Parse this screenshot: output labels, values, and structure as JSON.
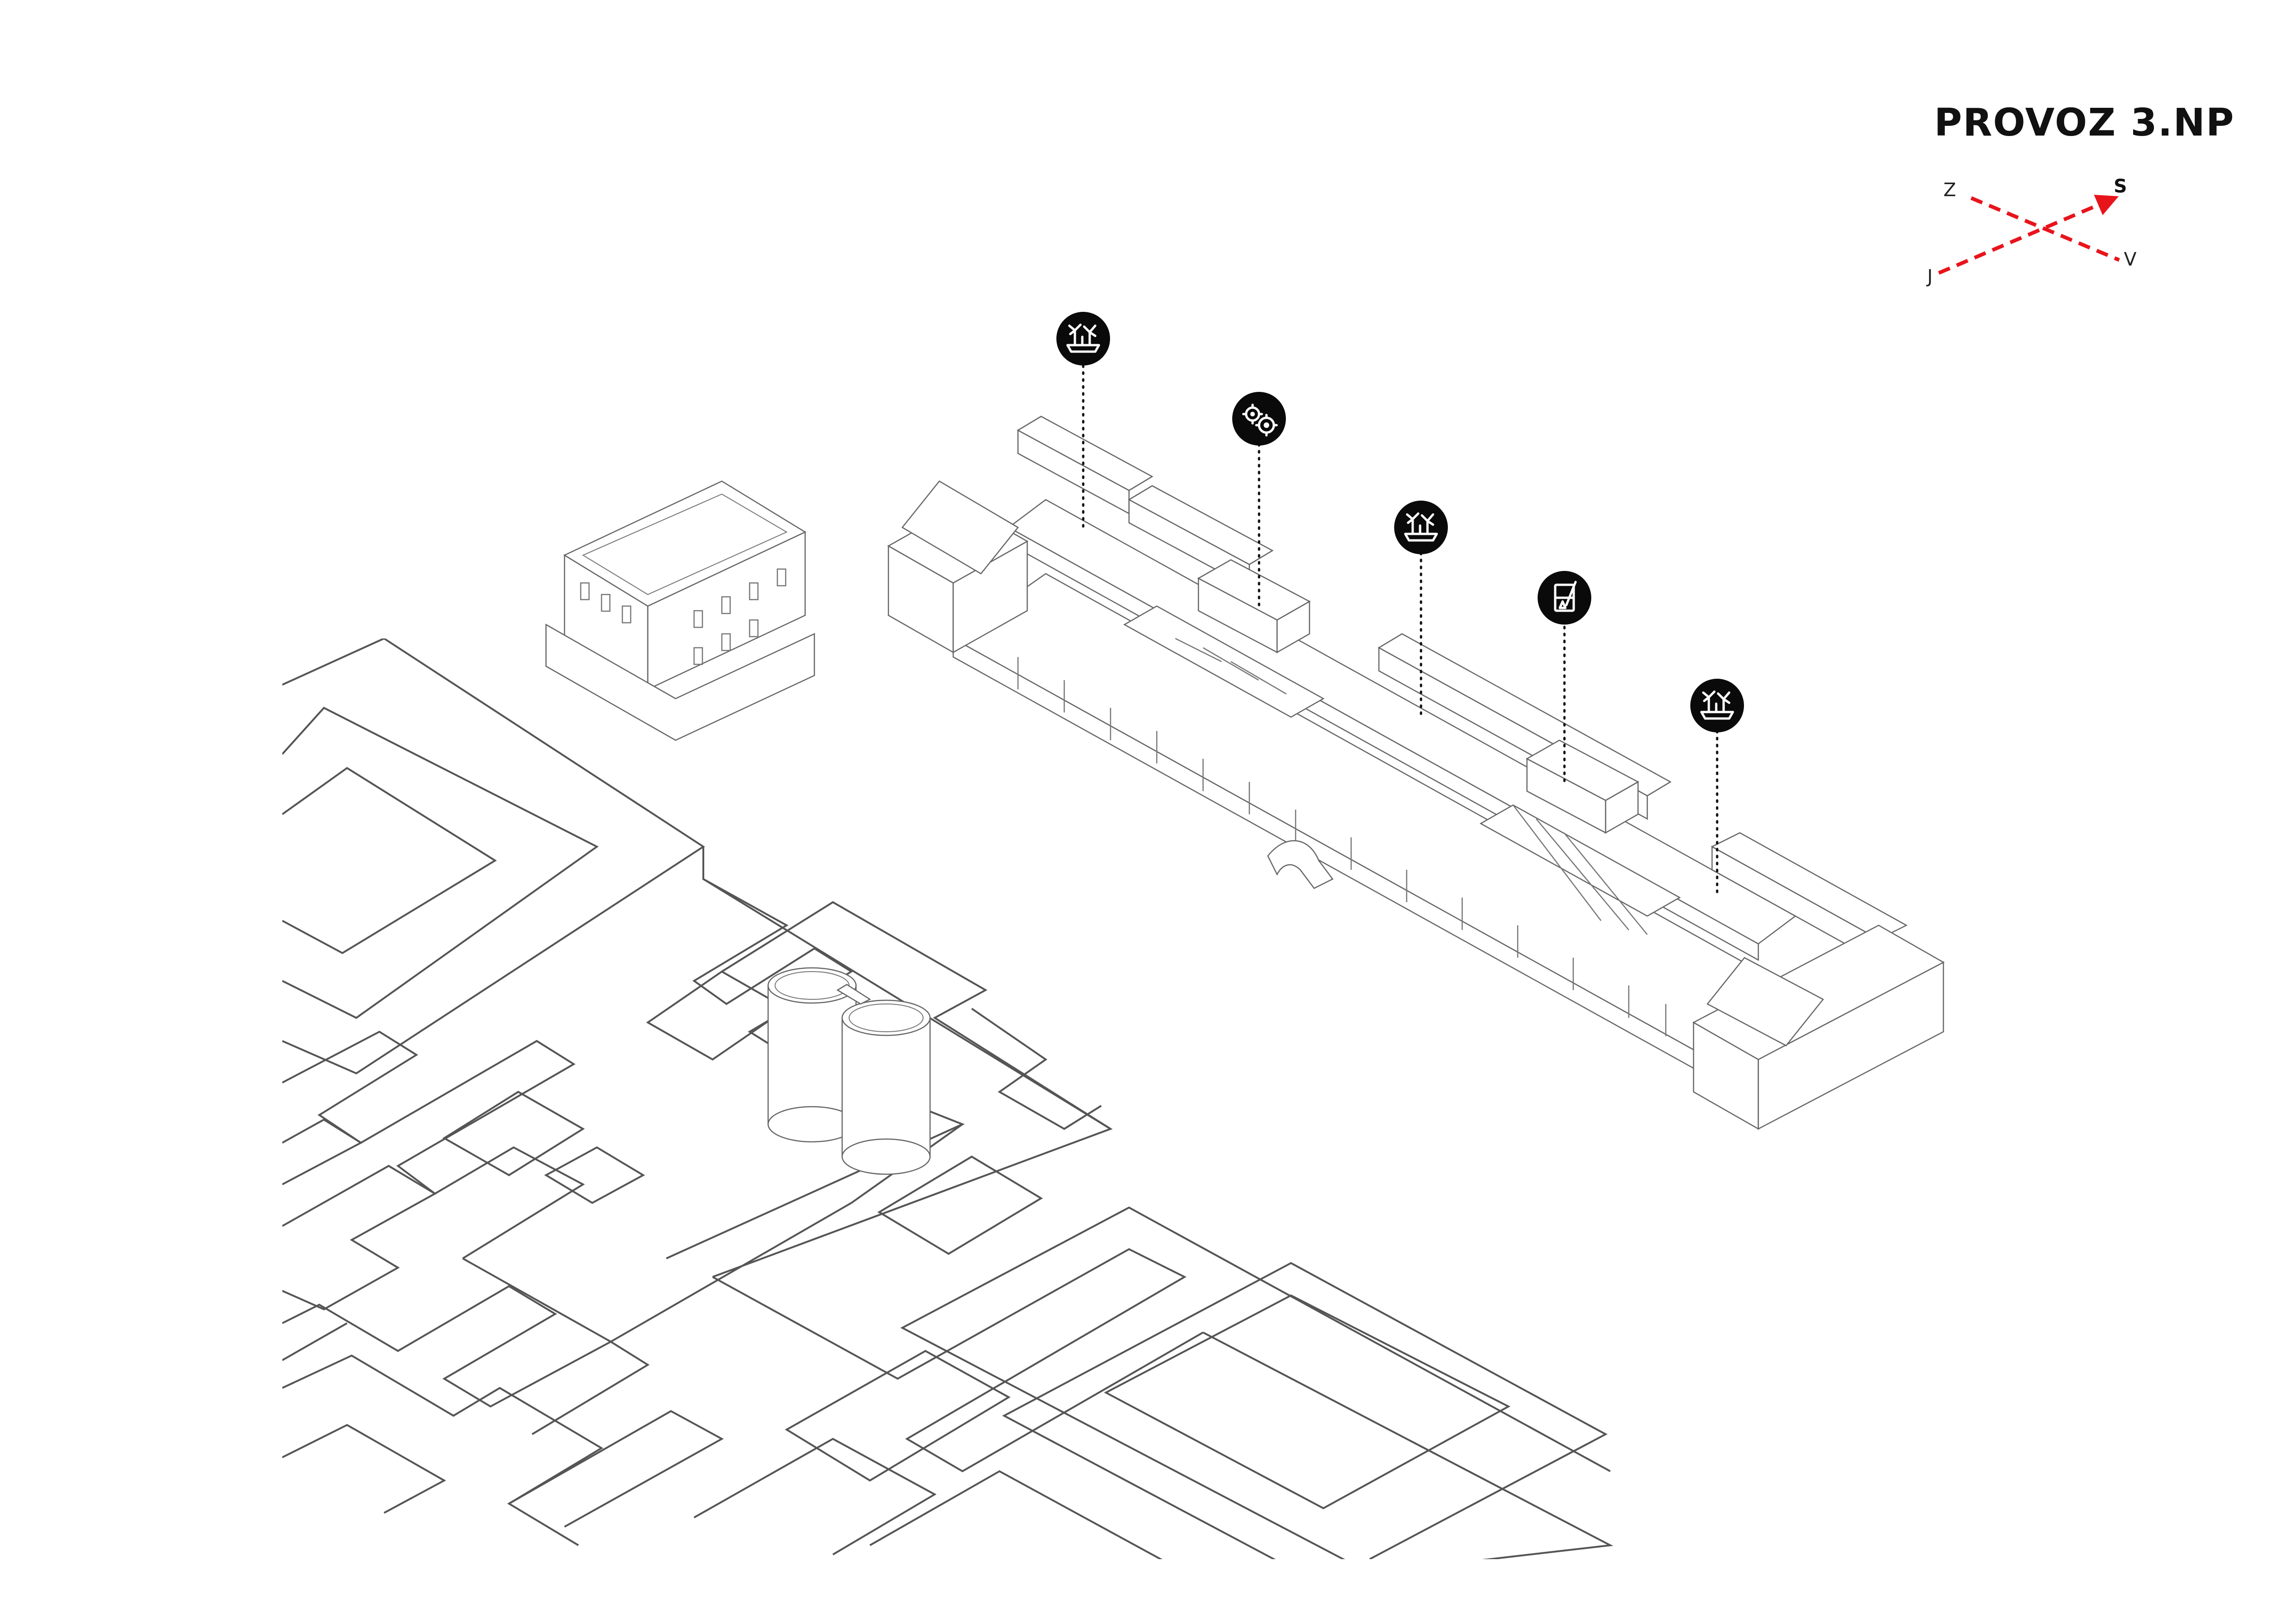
{
  "title": "PROVOZ 3.NP",
  "compass": {
    "north": "S",
    "south": "J",
    "east": "V",
    "west": "Z",
    "arrow_color": "#e8141c"
  },
  "icons": [
    {
      "name": "greenery-icon"
    },
    {
      "name": "gears-icon"
    },
    {
      "name": "greenery-icon"
    },
    {
      "name": "lab-glass-icon"
    },
    {
      "name": "greenery-icon"
    }
  ]
}
